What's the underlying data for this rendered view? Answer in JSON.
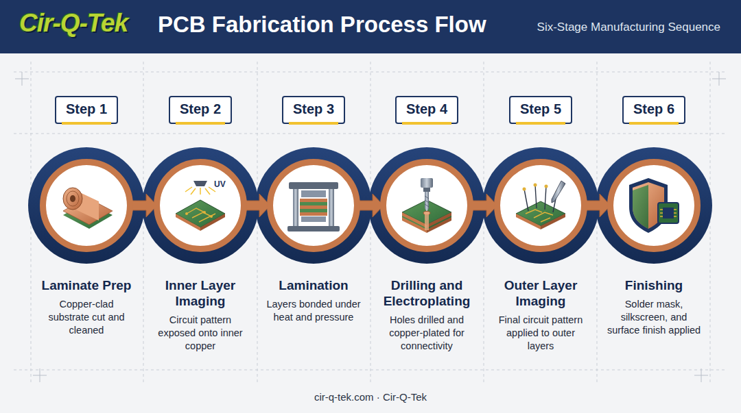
{
  "diagram": {
    "title": "PCB Fabrication Process Flow",
    "caption": "cir-q-tek.com · Cir-Q-Tek",
    "nodes": [
      {
        "text": [
          "Step 1"
        ]
      },
      {
        "text": [
          "Laminate Prep",
          "Copper-clad substrate cut and cleaned"
        ]
      },
      {
        "text": [
          "Step 2"
        ]
      },
      {
        "text": [
          "Inner Layer Imaging",
          "Circuit pattern exposed onto inner copper"
        ]
      },
      {
        "text": [
          "Step 3"
        ]
      },
      {
        "text": [
          "Lamination",
          "Layers bonded under heat and pressure"
        ]
      },
      {
        "text": [
          "Step 4"
        ]
      },
      {
        "text": [
          "Drilling and Electroplating",
          "Holes drilled and copper-plated for connectivity"
        ]
      },
      {
        "text": [
          "Step 5"
        ]
      },
      {
        "text": [
          "Outer Layer Imaging",
          "Final circuit pattern applied to outer layers"
        ]
      },
      {
        "text": [
          "Step 6"
        ]
      },
      {
        "text": [
          "Finishing",
          "Solder mask, silkscreen, and surface finish applied"
        ]
      }
    ],
    "edges": [
      {
        "from": 1,
        "to": 3,
        "arrow": "to"
      },
      {
        "from": 3,
        "to": 5,
        "arrow": "to"
      },
      {
        "from": 5,
        "to": 7,
        "arrow": "to"
      },
      {
        "from": 7,
        "to": 9,
        "arrow": "to"
      },
      {
        "from": 9,
        "to": 11,
        "arrow": "to"
      }
    ],
    "labels": [
      "Cir-Q-Tek",
      "Six-Stage Manufacturing Sequence",
      "UV"
    ]
  }
}
